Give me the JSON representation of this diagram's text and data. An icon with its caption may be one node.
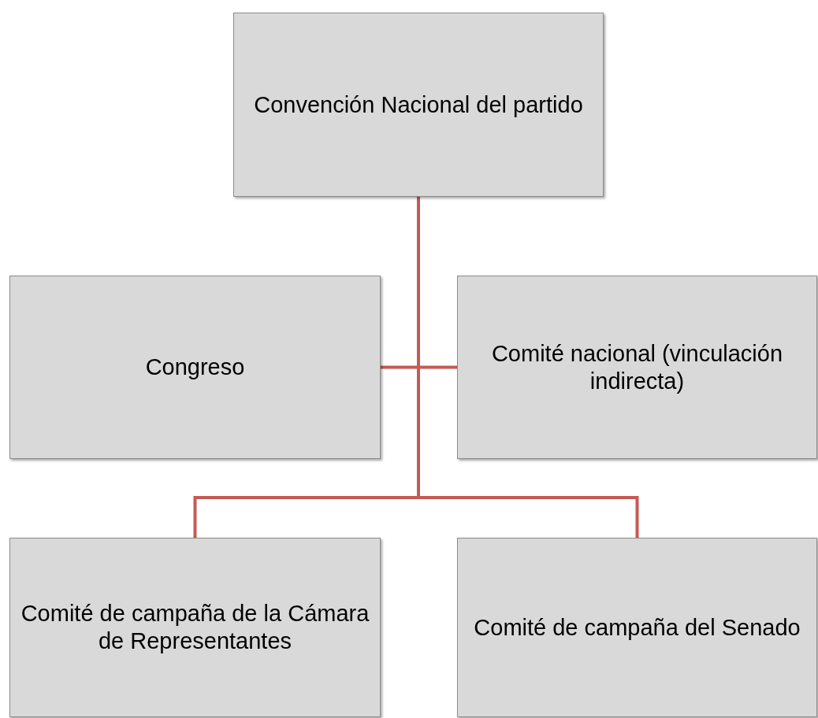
{
  "diagram": {
    "nodes": [
      {
        "text": [
          "Convención Nacional del partido"
        ]
      },
      {
        "text": [
          "Congreso"
        ]
      },
      {
        "text": [
          "Comité nacional (vinculación indirecta)"
        ]
      },
      {
        "text": [
          "Comité de campaña de la Cámara de Representantes"
        ]
      },
      {
        "text": [
          "Comité de campaña del Senado"
        ]
      }
    ],
    "edges": [
      {
        "from": 0,
        "to": 1,
        "arrow": "none"
      },
      {
        "from": 0,
        "to": 2,
        "arrow": "none"
      },
      {
        "from": 0,
        "to": 3,
        "arrow": "none"
      },
      {
        "from": 0,
        "to": 4,
        "arrow": "none"
      }
    ]
  }
}
